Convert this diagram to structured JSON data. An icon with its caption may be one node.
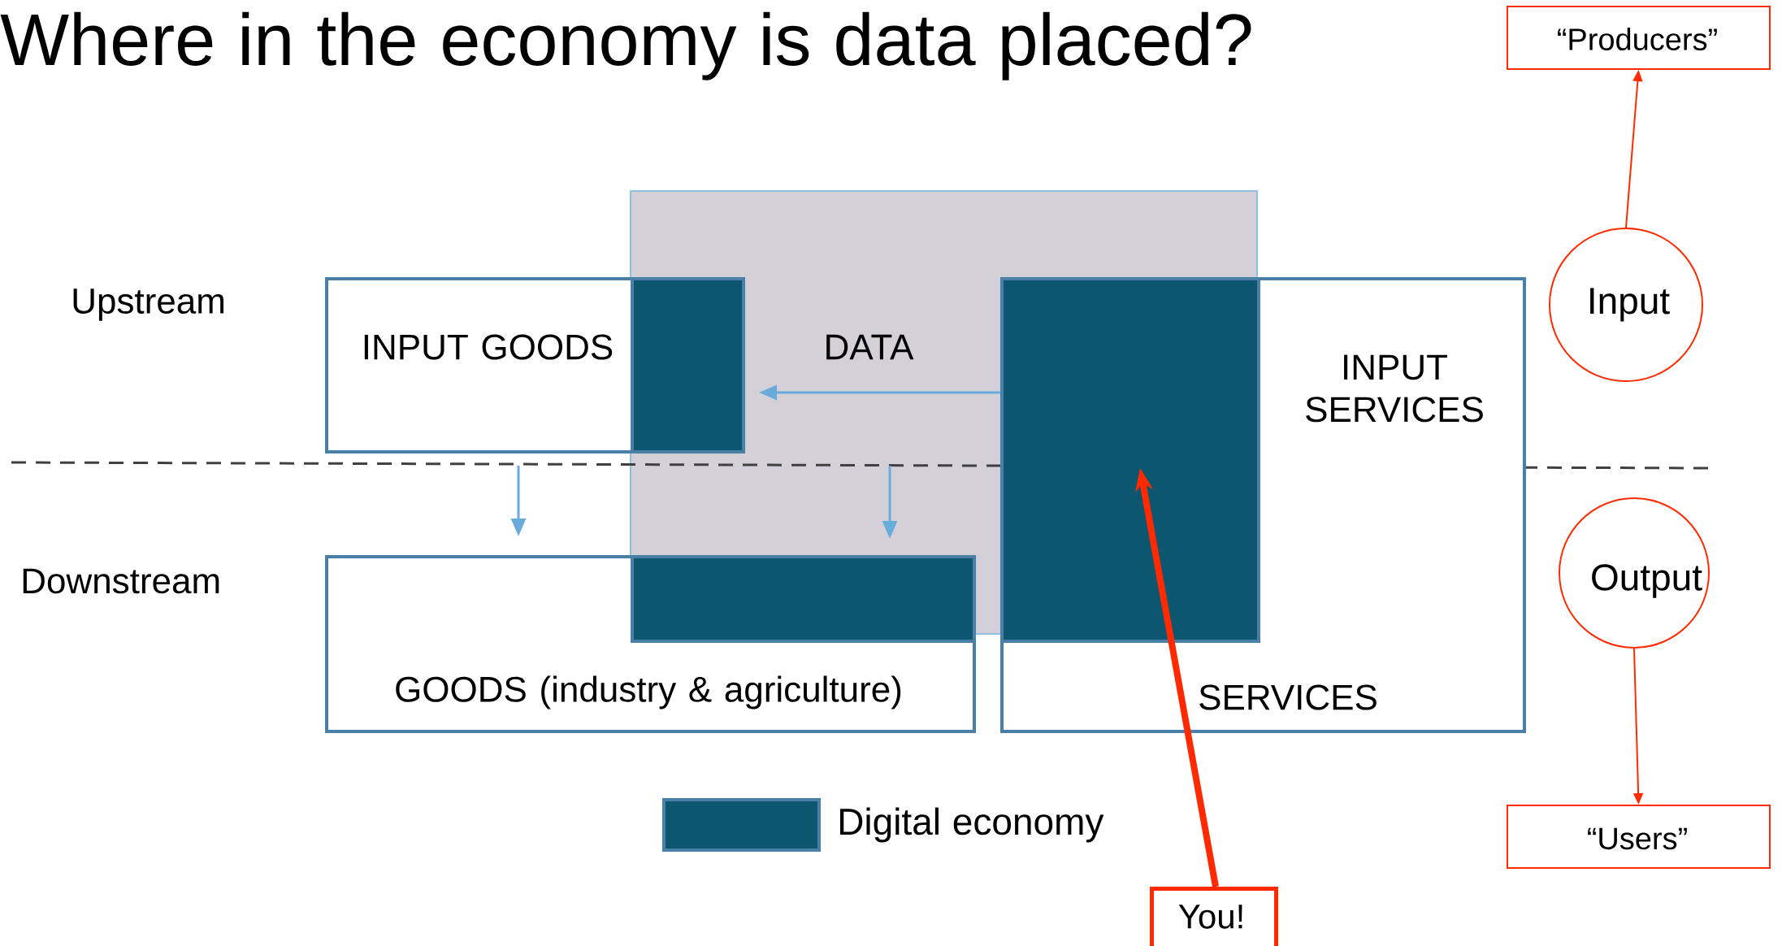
{
  "diagram": {
    "title": "Where in the economy is data placed?",
    "nodes": [
      {
        "text": [
          "INPUT GOODS"
        ]
      },
      {
        "text": [],
        "shape": "box",
        "in": 0
      },
      {
        "text": [
          "INPUT SERVICES",
          "SERVICES"
        ]
      },
      {
        "text": [],
        "shape": "box",
        "in": 2
      },
      {
        "text": [
          "GOODS (industry & agriculture)"
        ]
      },
      {
        "text": [],
        "shape": "box",
        "in": 4
      },
      {
        "text": [
          "Input"
        ]
      },
      {
        "text": [
          "“Producers”"
        ]
      },
      {
        "text": [
          "Output"
        ]
      },
      {
        "text": [
          "“Users”"
        ]
      },
      {
        "text": [
          "You!"
        ]
      }
    ],
    "edges": [
      {
        "from": 3,
        "to": 1,
        "arrow": "to",
        "label": "DATA"
      },
      {
        "from": 0,
        "to": 4,
        "arrow": "to"
      },
      {
        "from": null,
        "to": 5,
        "arrow": "to"
      },
      {
        "from": 6,
        "to": 7,
        "arrow": "to",
        "color": "#ff2a00"
      },
      {
        "from": 8,
        "to": 9,
        "arrow": "to",
        "color": "#ff2a00"
      },
      {
        "from": 10,
        "to": 3,
        "arrow": "to",
        "color": "#ff2a00",
        "style": "thick"
      }
    ],
    "labels": [
      "Upstream",
      "Downstream"
    ],
    "legend": [
      {
        "text": "Digital economy",
        "color": "#0c5670"
      }
    ]
  }
}
